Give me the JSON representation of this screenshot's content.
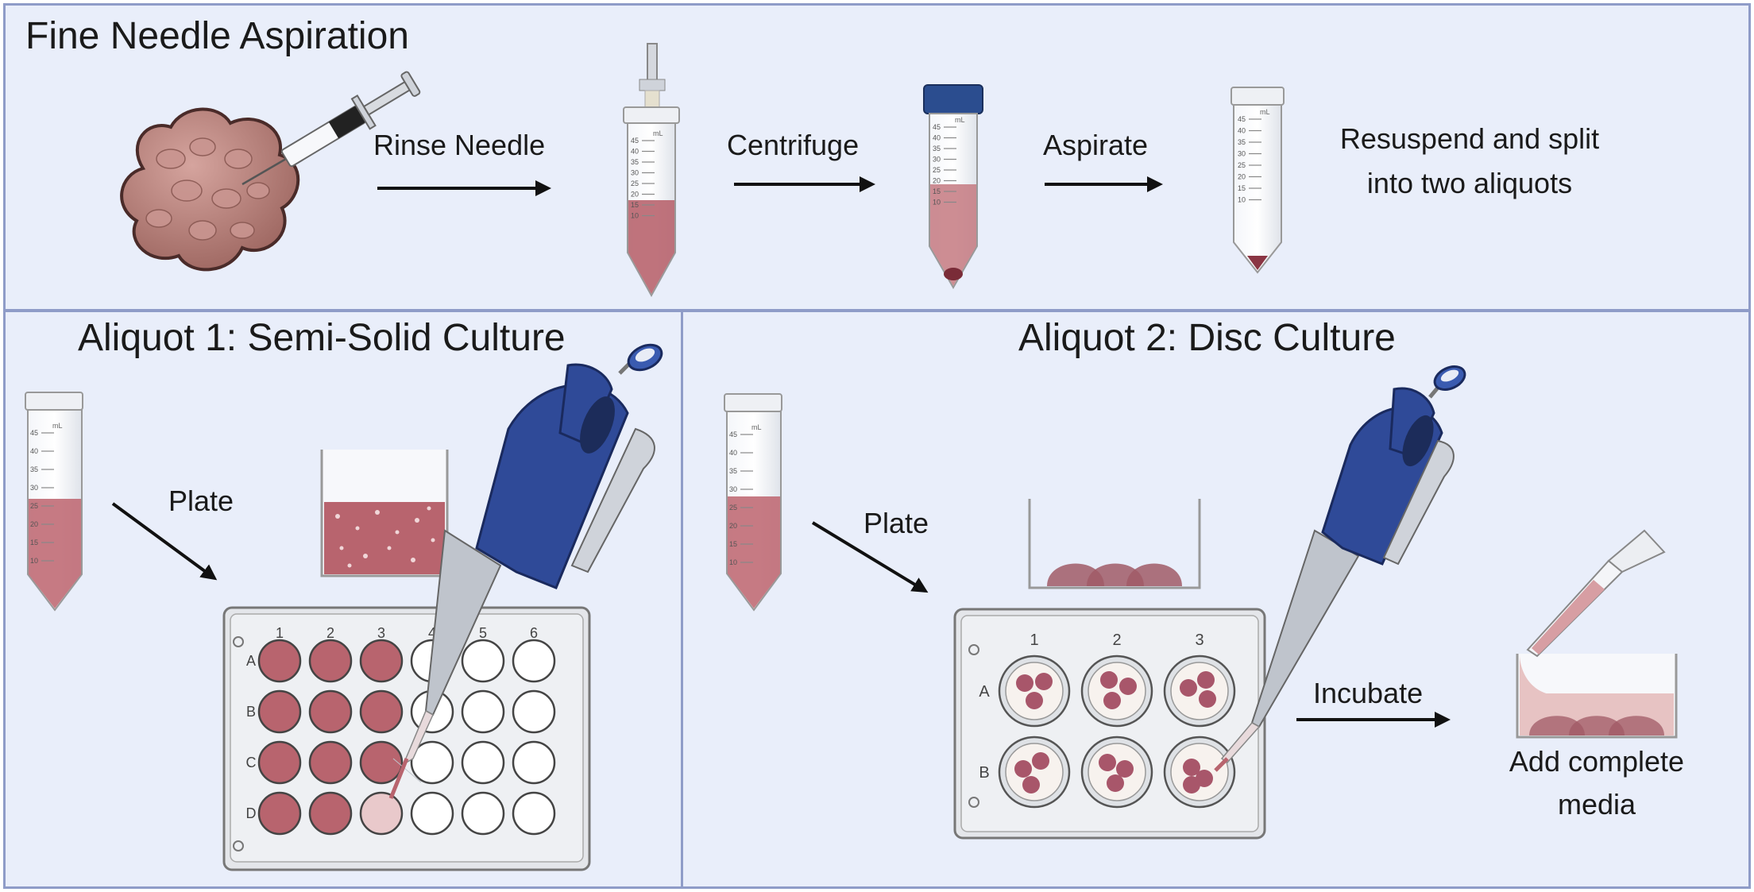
{
  "top_panel": {
    "title": "Fine Needle Aspiration",
    "steps": [
      "Rinse Needle",
      "Centrifuge",
      "Aspirate"
    ],
    "final_step_line1": "Resuspend and split",
    "final_step_line2": "into two aliquots"
  },
  "aliquot1": {
    "title": "Aliquot 1: Semi-Solid Culture",
    "step_label": "Plate",
    "plate": {
      "columns": [
        "1",
        "2",
        "3",
        "4",
        "5",
        "6"
      ],
      "rows": [
        "A",
        "B",
        "C",
        "D"
      ]
    }
  },
  "aliquot2": {
    "title": "Aliquot 2: Disc Culture",
    "step_label": "Plate",
    "incubate_label": "Incubate",
    "final_line1": "Add complete",
    "final_line2": "media",
    "plate": {
      "columns": [
        "1",
        "2",
        "3"
      ],
      "rows": [
        "A",
        "B"
      ]
    }
  },
  "tube": {
    "unit": "mL",
    "graduations": [
      "45",
      "40",
      "35",
      "30",
      "25",
      "20",
      "15",
      "10"
    ]
  },
  "colors": {
    "panel_bg": "#e9eefa",
    "panel_border": "#8f9cc8",
    "sample_red": "#b8646e",
    "tissue": "#b9827c",
    "pipette_blue": "#2f4a98"
  }
}
